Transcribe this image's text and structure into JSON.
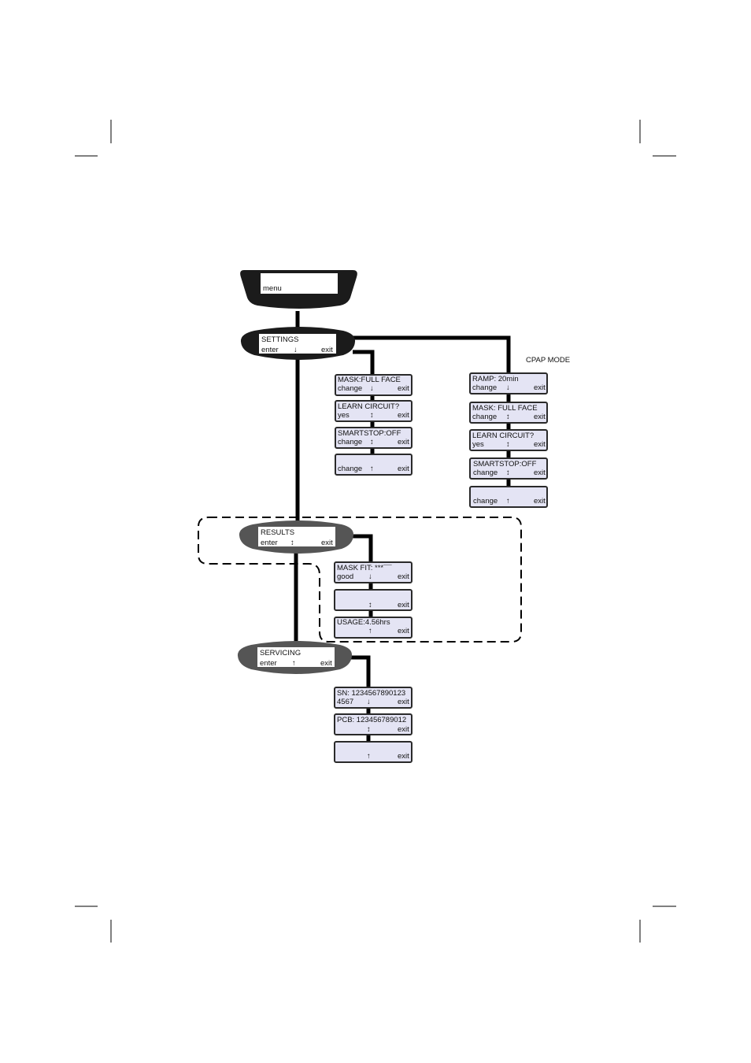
{
  "cpap_mode_label": "CPAP MODE",
  "menu": {
    "title": "menu"
  },
  "settings": {
    "title": "SETTINGS",
    "left": "enter",
    "mid": "↓",
    "right": "exit"
  },
  "results": {
    "title": "RESULTS",
    "left": "enter",
    "mid": "↕",
    "right": "exit"
  },
  "servicing": {
    "title": "SERVICING",
    "left": "enter",
    "mid": "↑",
    "right": "exit"
  },
  "settings_screens": [
    {
      "title": "MASK:FULL FACE",
      "left": "change",
      "mid": "↓",
      "right": "exit"
    },
    {
      "title": "LEARN CIRCUIT?",
      "left": "yes",
      "mid": "↕",
      "right": "exit"
    },
    {
      "title": "SMARTSTOP:OFF",
      "left": "change",
      "mid": "↕",
      "right": "exit"
    },
    {
      "title": "",
      "left": "change",
      "mid": "↑",
      "right": "exit"
    }
  ],
  "cpap_screens": [
    {
      "title": "RAMP: 20min",
      "left": "change",
      "mid": "↓",
      "right": "exit"
    },
    {
      "title": "MASK: FULL FACE",
      "left": "change",
      "mid": "↕",
      "right": "exit"
    },
    {
      "title": "LEARN CIRCUIT?",
      "left": "yes",
      "mid": "↕",
      "right": "exit"
    },
    {
      "title": "SMARTSTOP:OFF",
      "left": "change",
      "mid": "↕",
      "right": "exit"
    },
    {
      "title": "",
      "left": "change",
      "mid": "↑",
      "right": "exit"
    }
  ],
  "results_screens": [
    {
      "title": "MASK FIT: ***¯¯",
      "left": "good",
      "mid": "↓",
      "right": "exit"
    },
    {
      "title": "",
      "left": "",
      "mid": "↕",
      "right": "exit"
    },
    {
      "title": "USAGE:4.56hrs",
      "left": "",
      "mid": "↑",
      "right": "exit"
    }
  ],
  "servicing_screens": [
    {
      "title": "SN: 1234567890123",
      "left": "4567",
      "mid": "↓",
      "right": "exit"
    },
    {
      "title": "PCB: 123456789012",
      "left": "",
      "mid": "↕",
      "right": "exit"
    },
    {
      "title": "",
      "left": "",
      "mid": "↑",
      "right": "exit"
    }
  ]
}
